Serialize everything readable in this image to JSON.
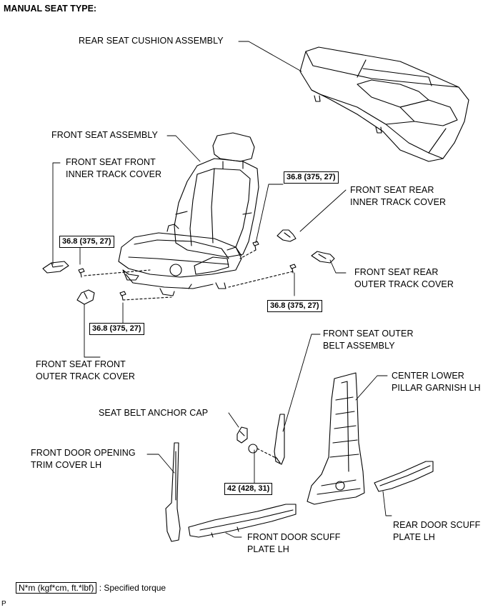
{
  "title": "MANUAL SEAT TYPE:",
  "parts": {
    "rear_seat_cushion": "REAR SEAT CUSHION ASSEMBLY",
    "front_seat_assembly": "FRONT SEAT ASSEMBLY",
    "front_seat_front_inner_cover": "FRONT SEAT FRONT\nINNER TRACK COVER",
    "front_seat_rear_inner_cover": "FRONT SEAT REAR\nINNER TRACK COVER",
    "front_seat_rear_outer_cover": "FRONT SEAT REAR\nOUTER TRACK COVER",
    "front_seat_front_outer_cover": "FRONT SEAT FRONT\nOUTER TRACK COVER",
    "front_seat_outer_belt": "FRONT SEAT OUTER\nBELT ASSEMBLY",
    "center_lower_pillar_garnish": "CENTER LOWER\nPILLAR GARNISH LH",
    "seat_belt_anchor_cap": "SEAT BELT ANCHOR CAP",
    "front_door_opening_trim": "FRONT DOOR OPENING\nTRIM COVER LH",
    "rear_door_scuff_plate": "REAR DOOR SCUFF\nPLATE LH",
    "front_door_scuff_plate": "FRONT DOOR SCUFF\nPLATE LH"
  },
  "torques": {
    "seat_rear_inner": "36.8 (375, 27)",
    "seat_front_inner": "36.8 (375, 27)",
    "seat_front_outer": "36.8 (375, 27)",
    "seat_rear_outer": "36.8 (375, 27)",
    "belt_anchor": "42 (428, 31)"
  },
  "legend": {
    "unit_box": "N*m (kgf*cm, ft.*lbf)",
    "description": ": Specified torque"
  },
  "figure_code": "P"
}
